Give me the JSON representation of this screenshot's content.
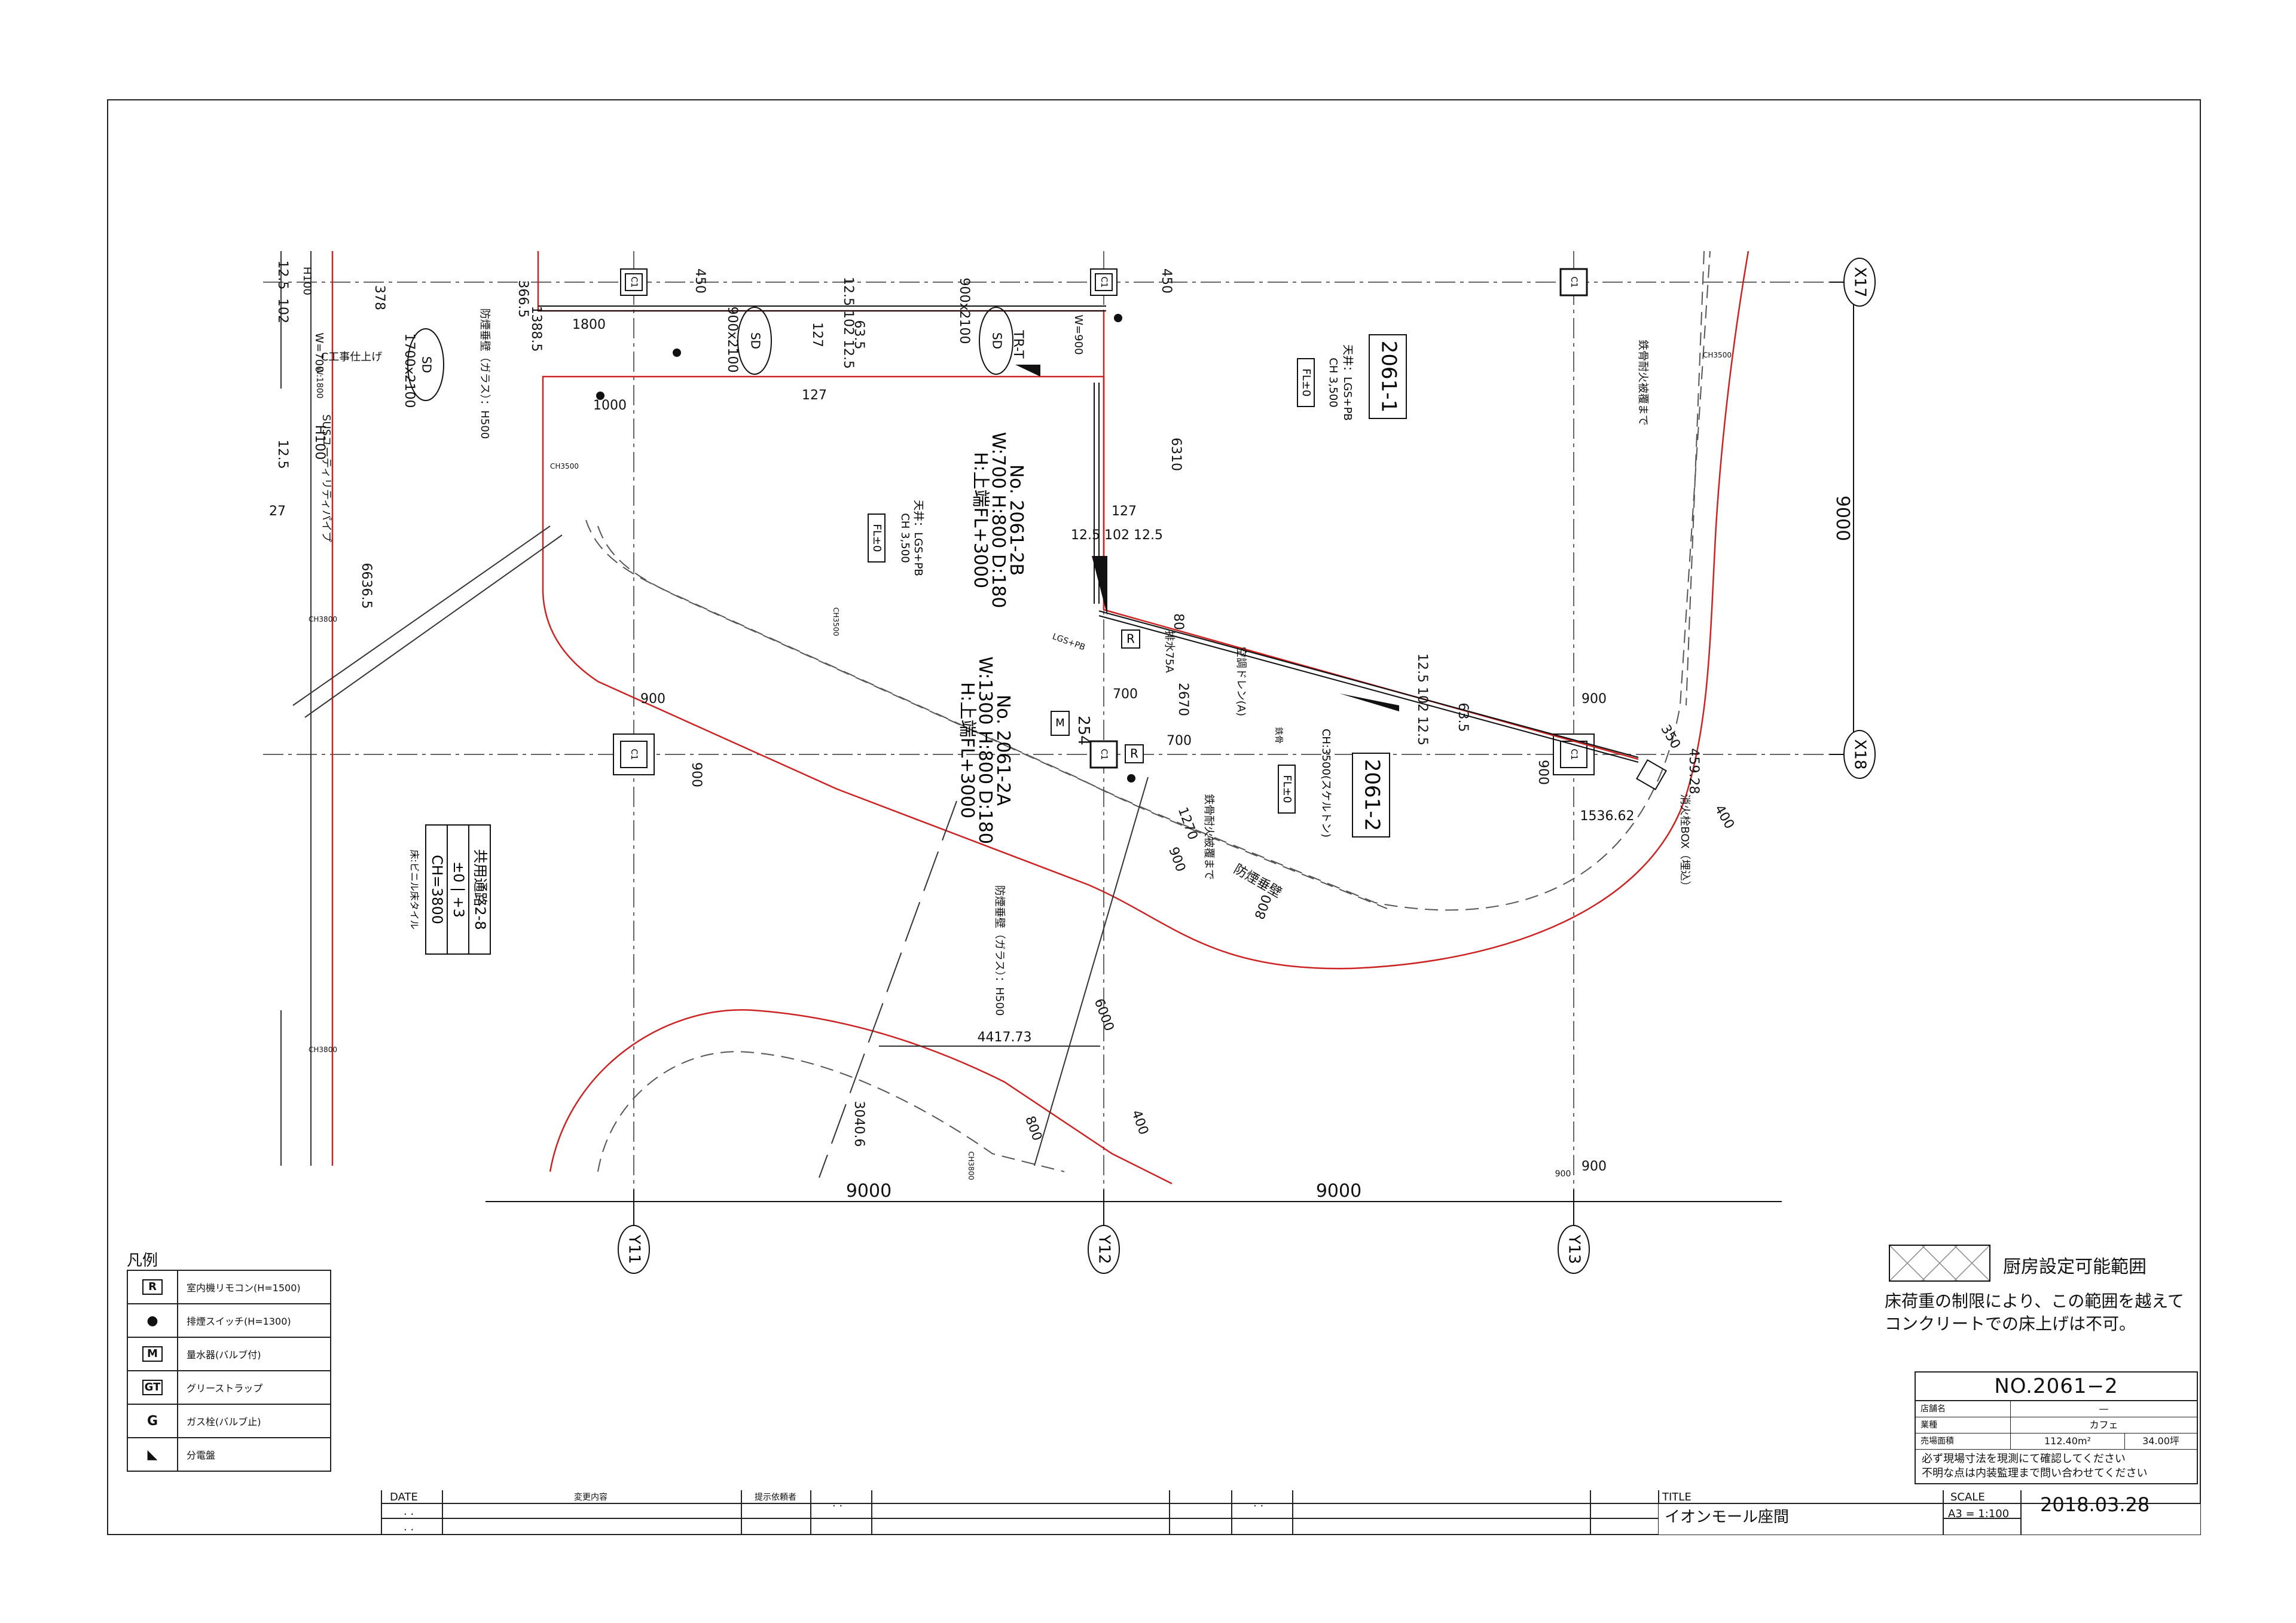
{
  "plan": {
    "room_1": {
      "number": "2061-1",
      "ceiling": "天井：LGS+PB",
      "ch": "CH 3,500",
      "fl": "FL±0"
    },
    "room_2": {
      "number": "2061-2",
      "ceiling": "CH:3500(スケルトン)",
      "fl": "FL±0"
    },
    "room_b": {
      "ceiling": "天井：LGS+PB",
      "ch": "CH 3,500",
      "fl": "FL±0"
    },
    "panel_2b": [
      "No. 2061-2B",
      "W:700 H:800 D:180",
      "H:上端FL+3000"
    ],
    "panel_2a": [
      "No. 2061-2A",
      "W:1300 H:800 D:180",
      "H:上端FL+3000"
    ],
    "corridor_table": [
      "共用通路2-8",
      "±0 | +3",
      "CH=3800",
      "床:ビニル床タイル"
    ],
    "notes": {
      "steel_fireproof_1": "鉄骨耐火被覆まで",
      "steel_fireproof_2": "鉄骨耐火被覆まで",
      "smoke_wall": "防煙垂壁",
      "smoke_wall_glass_1": "防煙垂壁（ガラス）：H500",
      "smoke_wall_glass_2": "防煙垂壁（ガラス）：H500",
      "fire_hydrant": "消火栓BOX（埋込）",
      "aircon_drain": "空調ドレン(A)",
      "drain": "排水75A",
      "sus_pipe": "SUSユーティリティパイプ",
      "c_work": "C工事仕上げ",
      "sd_1": "SD",
      "sd_2": "SD",
      "sd_3": "SD",
      "w700": "W=700",
      "w900": "W=900",
      "h100": "H100",
      "lgs": "LGS+PB",
      "gyp": "鉄骨"
    },
    "columns": [
      "C1",
      "C1",
      "C1",
      "C1",
      "C1",
      "C1"
    ],
    "grid_x": [
      "X17",
      "X18"
    ],
    "grid_y": [
      "Y11",
      "Y12",
      "Y13"
    ],
    "dims": {
      "span_y11_y12": "9000",
      "span_y12_y13": "9000",
      "span_x17_x18": "9000",
      "d_6310": "6310",
      "d_6636": "6636.5",
      "d_4417": "4417.73",
      "d_1536": "1536.62",
      "d_3040": "3040.6",
      "d_1800": "1800",
      "d_1000": "1000",
      "d_900a": "900",
      "d_900b": "900",
      "d_900c": "900",
      "d_900d": "900",
      "d_900e": "900",
      "d_900f": "900",
      "d_700": "700",
      "d_700b": "700",
      "d_450a": "450",
      "d_450b": "450",
      "d_800a": "800",
      "d_800b": "800",
      "d_6000": "6000",
      "d_459": "459.28",
      "d_400": "400",
      "d_400b": "400",
      "d_350": "350",
      "d_127a": "127",
      "d_127b": "127",
      "d_127c": "127",
      "d_125": "12.5",
      "d_102": "102",
      "d_125b": "12.5",
      "d_635": "63.5",
      "d_635b": "63.5",
      "d_2670": "2670",
      "d_254": "254",
      "d_1270": "1270",
      "d_3665": "366.5",
      "d_13885": "1388.5",
      "d_378": "378",
      "d_27": "27",
      "d_80": "80",
      "d_8000": "900x2100",
      "d_8001": "900x2100",
      "d_8002": "1700x2100",
      "ch3500a": "CH3500",
      "ch3500b": "CH3500",
      "ch3500c": "CH3500",
      "ch3800": "CH3800",
      "ch3800b": "CH3800",
      "ch3800c": "CH3800",
      "d_900g": "900",
      "h100b": "H100",
      "d_1280": "12.5 102 12.5",
      "d_1281": "12.5 102 12.5",
      "d_1282": "12.5 102 12.5",
      "tr": "TR-T",
      "wd": "W:1800"
    }
  },
  "legend": {
    "title": "凡例",
    "items": [
      {
        "symbol": "R",
        "label": "室内機リモコン(H=1500)"
      },
      {
        "symbol": "●",
        "label": "排煙スイッチ(H=1300)"
      },
      {
        "symbol": "M",
        "label": "量水器(バルブ付)"
      },
      {
        "symbol": "GT",
        "label": "グリーストラップ"
      },
      {
        "symbol": "G",
        "label": "ガス栓(バルブ止)"
      },
      {
        "symbol": "◣",
        "label": "分電盤"
      }
    ]
  },
  "kitchen": {
    "label": "厨房設定可能範囲",
    "note_1": "床荷重の制限により、この範囲を越えて",
    "note_2": "コンクリートでの床上げは不可。"
  },
  "info": {
    "no": "NO.2061−2",
    "rows": [
      {
        "k": "店舗名",
        "v": "—"
      },
      {
        "k": "業種",
        "v": "カフェ"
      },
      {
        "k": "売場面積",
        "v": "112.40m²",
        "v2": "34.00坪"
      }
    ],
    "note_1": "必ず現場寸法を現測にて確認してください",
    "note_2": "不明な点は内装監理まで問い合わせてください"
  },
  "titleblock": {
    "date": "DATE",
    "change": "変更内容",
    "instructor": "提示依頼者",
    "dots": ". .",
    "title_hdr": "TITLE",
    "title": "イオンモール座間",
    "scale_hdr": "SCALE",
    "scale": "A3 = 1:100",
    "date_value": "2018.03.28"
  },
  "colors": {
    "ink": "#111111",
    "red": "#cc2222",
    "grid": "#555555"
  }
}
